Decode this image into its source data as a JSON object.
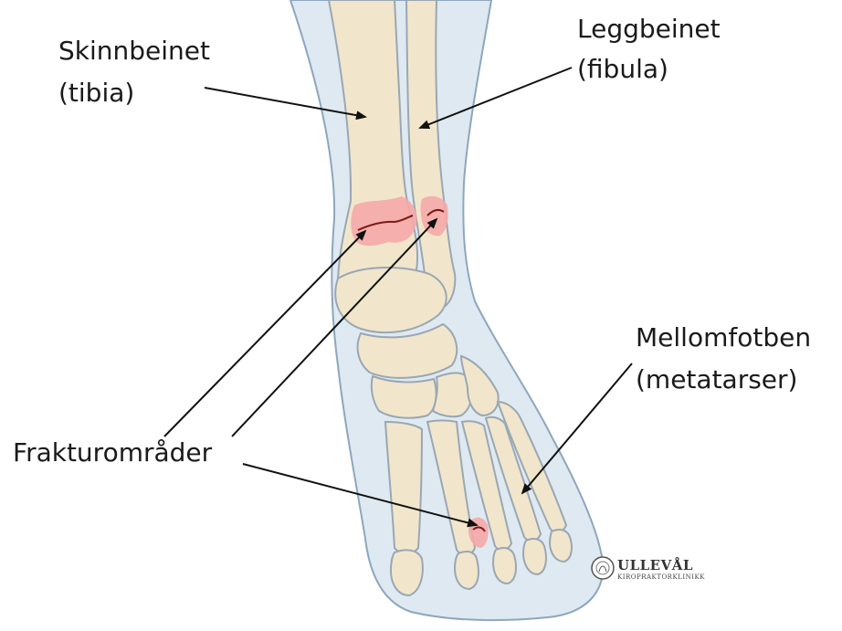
{
  "labels": {
    "tibia": [
      "Skinnbeinet",
      "(tibia)"
    ],
    "fibula": [
      "Leggbeinet",
      "(fibula)"
    ],
    "metatarsals": [
      "Mellomfotben",
      "(metatarser)"
    ],
    "fracture": "Frakturområder"
  },
  "logo": {
    "name": "ULLEVÅL",
    "subtitle": "KIROPRAKTORKLINIKK"
  },
  "colors": {
    "skin": "#dfe9f2",
    "skin_outline": "#8ea6bd",
    "bone": "#f1e6cb",
    "bone_outline": "#9aa7b3",
    "fracture_zone": "#f5a9a9",
    "crack": "#7a1b1b",
    "arrow": "#111111"
  }
}
